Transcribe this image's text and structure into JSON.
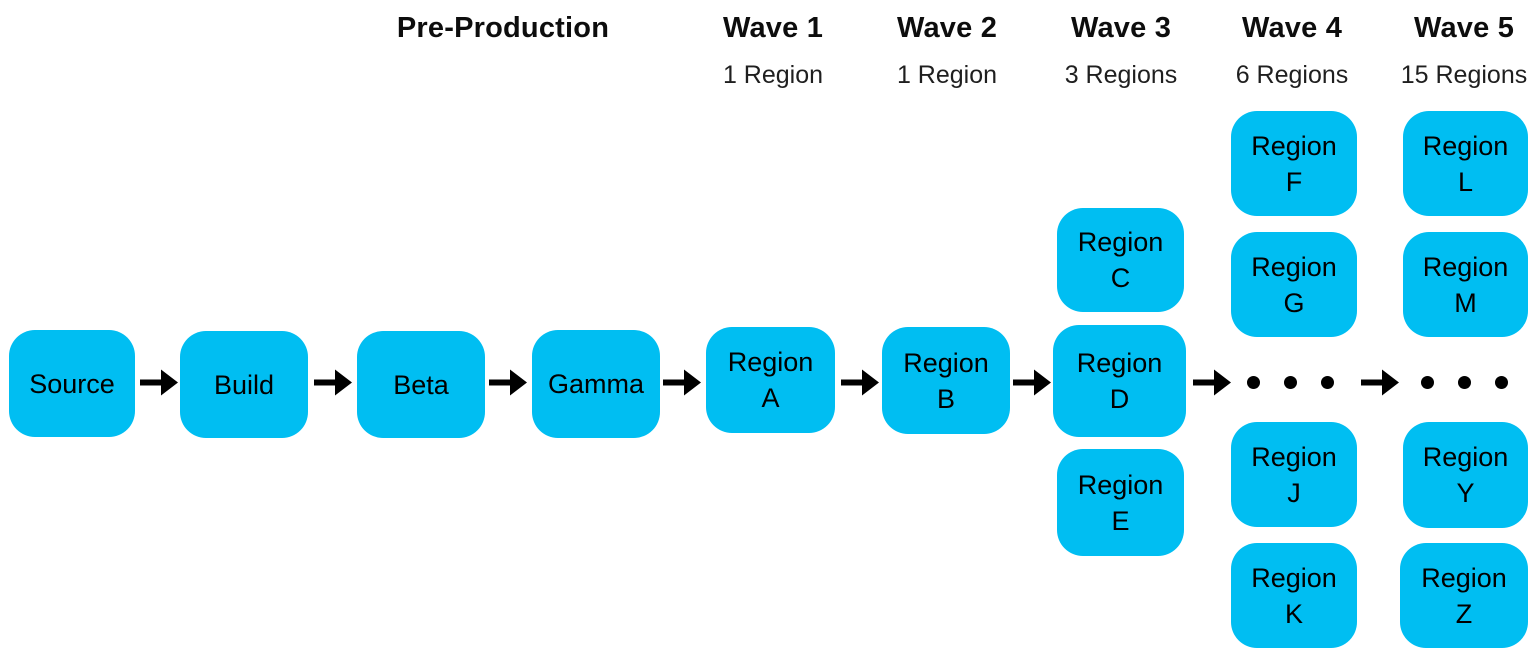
{
  "diagram": {
    "title": "Deployment pipeline waves diagram",
    "headers": {
      "pre_production": "Pre-Production",
      "waves": [
        {
          "label": "Wave 1",
          "subtitle": "1 Region"
        },
        {
          "label": "Wave 2",
          "subtitle": "1 Region"
        },
        {
          "label": "Wave 3",
          "subtitle": "3 Regions"
        },
        {
          "label": "Wave 4",
          "subtitle": "6 Regions"
        },
        {
          "label": "Wave 5",
          "subtitle": "15 Regions"
        }
      ]
    },
    "nodes": {
      "source": "Source",
      "build": "Build",
      "beta": "Beta",
      "gamma": "Gamma",
      "region_a": "Region\nA",
      "region_b": "Region\nB",
      "region_c": "Region\nC",
      "region_d": "Region\nD",
      "region_e": "Region\nE",
      "region_f": "Region\nF",
      "region_g": "Region\nG",
      "region_j": "Region\nJ",
      "region_k": "Region\nK",
      "region_l": "Region\nL",
      "region_m": "Region\nM",
      "region_y": "Region\nY",
      "region_z": "Region\nZ"
    },
    "icons": {
      "flow_arrow": "right-arrow",
      "ellipsis": "three-dots"
    },
    "colors": {
      "background": "#ffffff",
      "node_fill": "#00bef2",
      "node_text": "#000000",
      "arrow": "#000000",
      "header_text": "#0d0d0d",
      "subtitle_text": "#1f1f1f"
    }
  }
}
